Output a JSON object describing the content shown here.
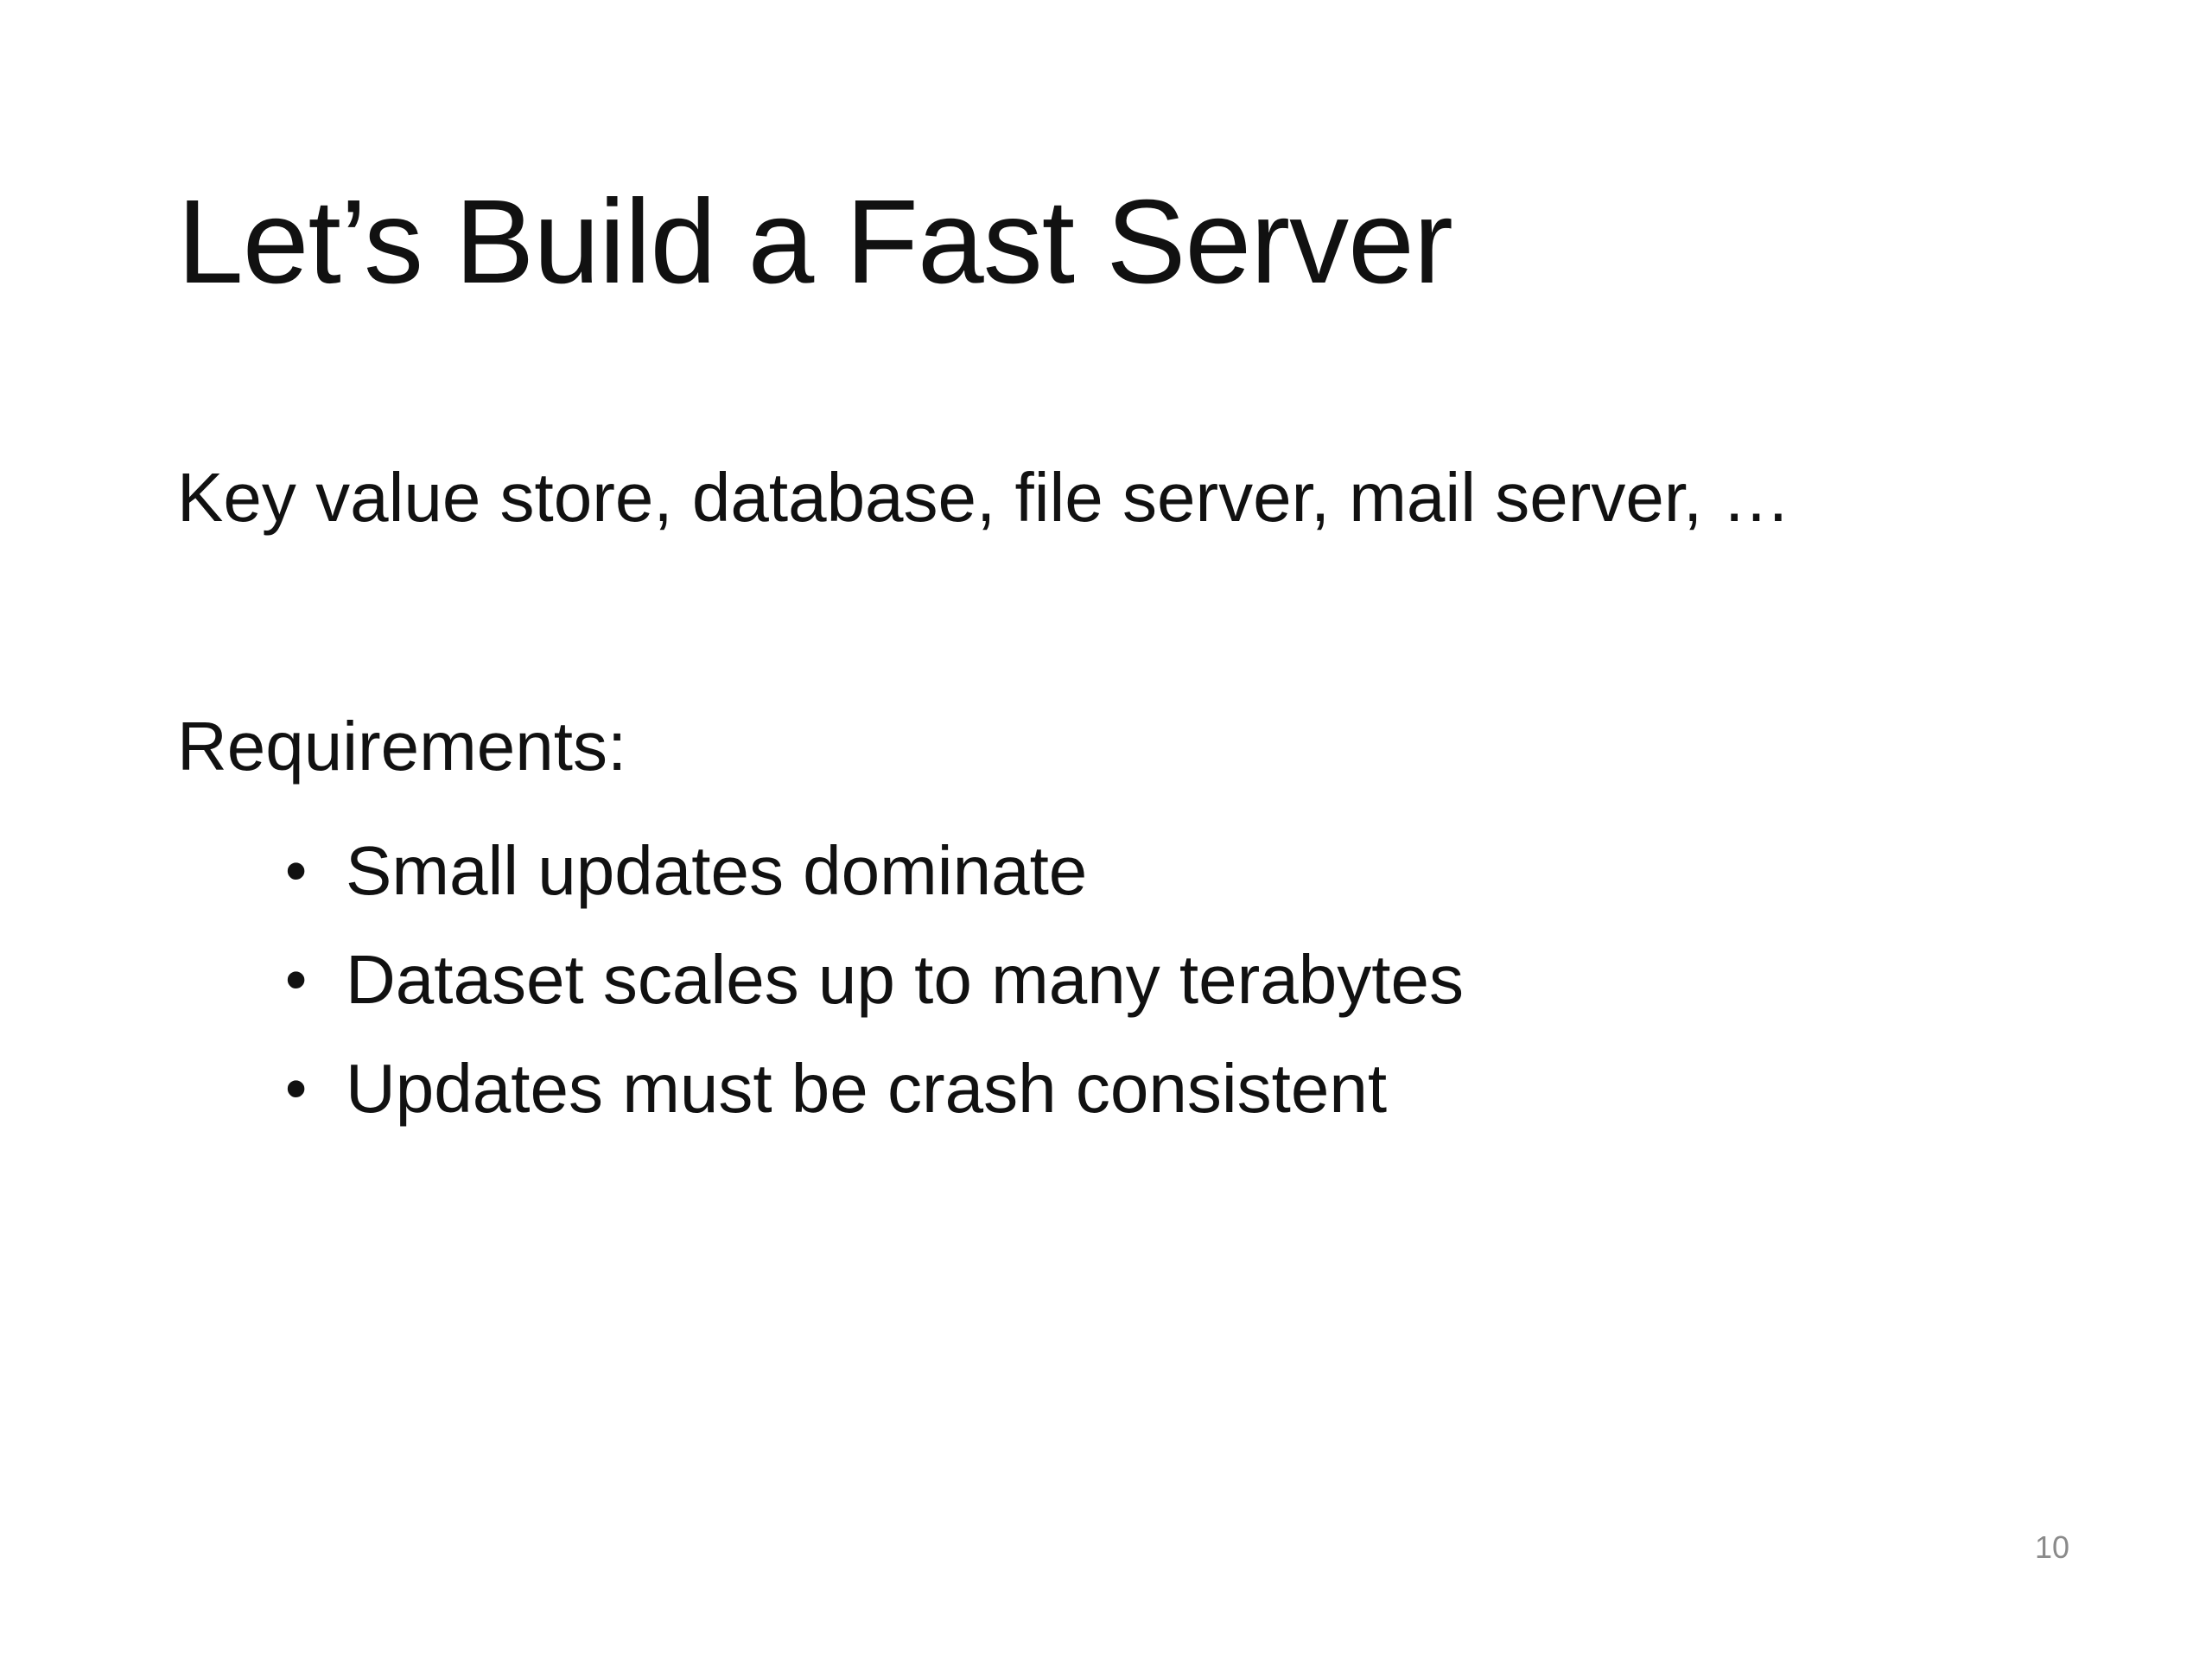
{
  "slide": {
    "title": "Let’s Build a Fast Server",
    "lead": "Key value store, database, file server, mail server, …",
    "requirements_label": "Requirements:",
    "bullet_glyph": "•",
    "bullets": [
      "Small updates dominate",
      "Dataset scales up to many terabytes",
      "Updates must be crash consistent"
    ],
    "page_number": "10"
  }
}
